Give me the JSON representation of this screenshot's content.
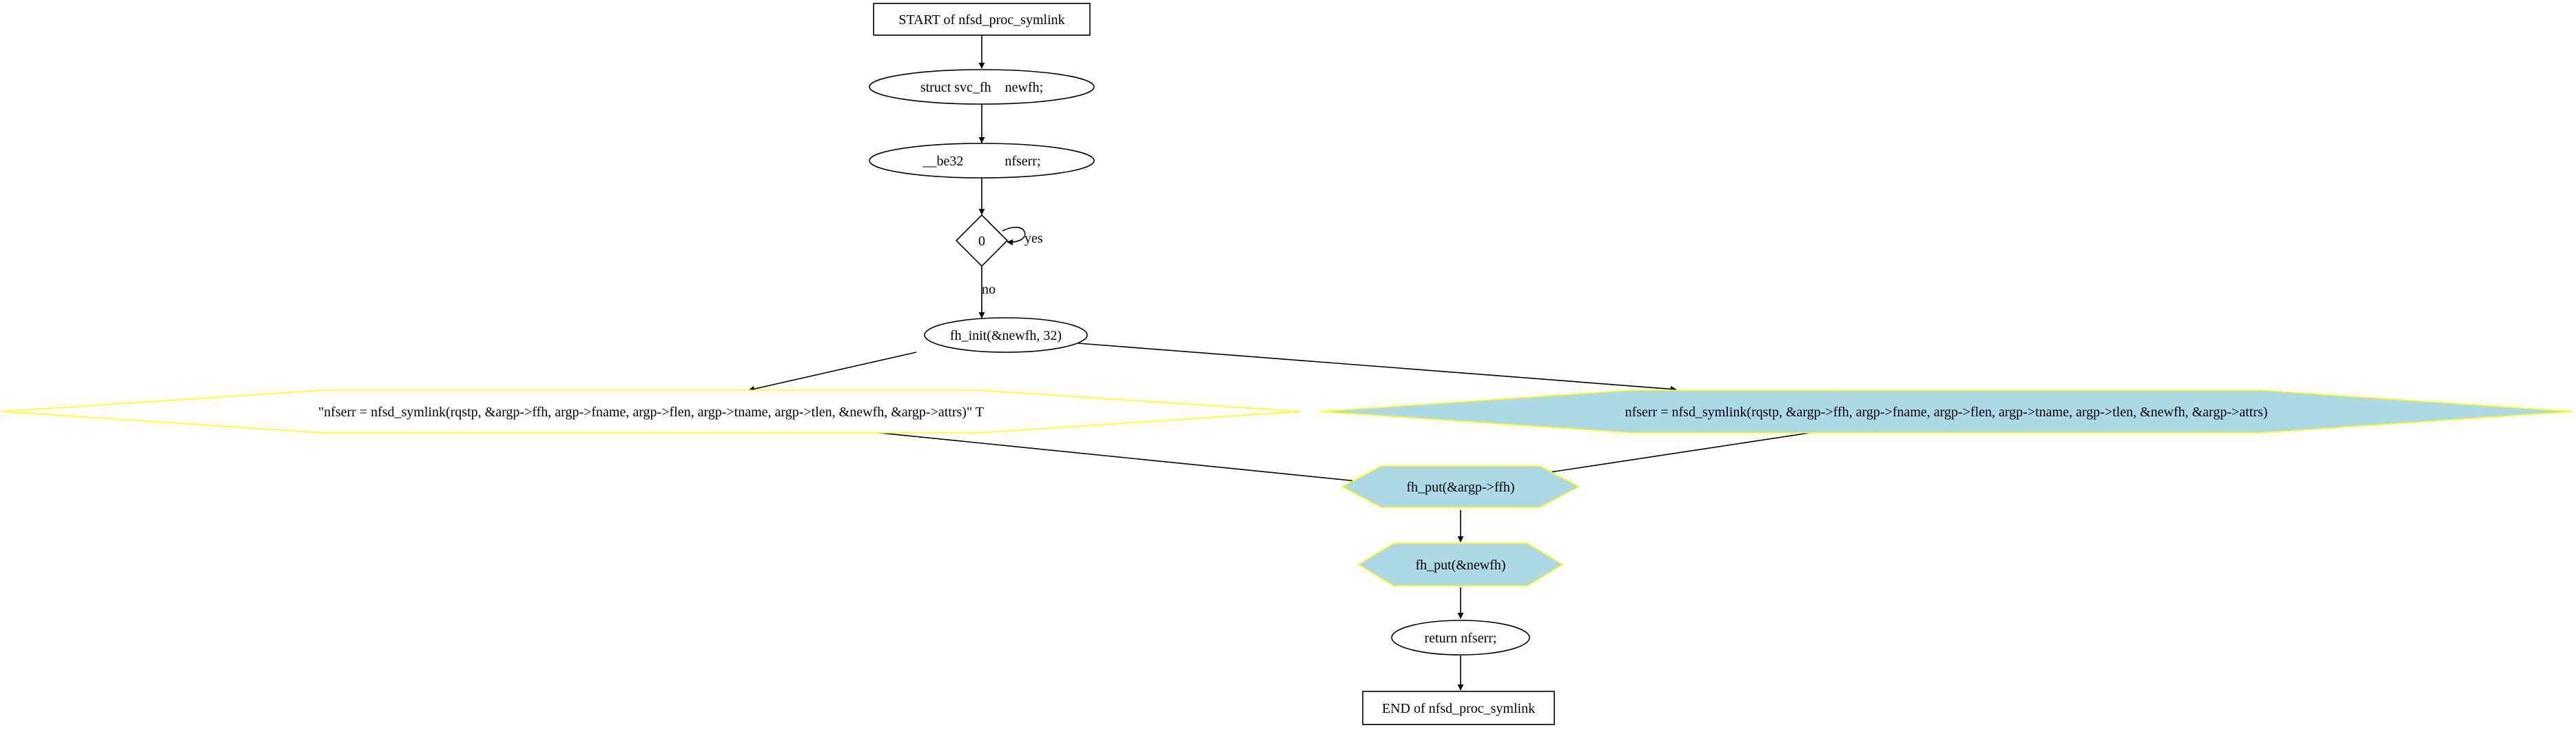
{
  "diagram": {
    "nodes": {
      "start": {
        "label": "START of nfsd_proc_symlink",
        "shape": "box"
      },
      "decl_newfh": {
        "label": "struct svc_fh    newfh;",
        "shape": "ellipse"
      },
      "decl_nfserr": {
        "label": "__be32            nfserr;",
        "shape": "ellipse"
      },
      "cond": {
        "label": "0",
        "shape": "diamond"
      },
      "fh_init": {
        "label": "fh_init(&newfh, 32)",
        "shape": "ellipse"
      },
      "symlink_false": {
        "label": "\"nfserr = nfsd_symlink(rqstp, &argp->ffh, argp->fname, argp->flen, argp->tname, argp->tlen, &newfh, &argp->attrs)\"  T",
        "shape": "hexagon",
        "fill": "#ffffff",
        "stroke": "#ffff00"
      },
      "symlink_true": {
        "label": "nfserr = nfsd_symlink(rqstp, &argp->ffh, argp->fname, argp->flen, argp->tname, argp->tlen, &newfh, &argp->attrs)",
        "shape": "hexagon",
        "fill": "#add8e6",
        "stroke": "#ffff00"
      },
      "fh_put_ffh": {
        "label": "fh_put(&argp->ffh)",
        "shape": "hexagon",
        "fill": "#add8e6",
        "stroke": "#ffff00"
      },
      "fh_put_newfh": {
        "label": "fh_put(&newfh)",
        "shape": "hexagon",
        "fill": "#add8e6",
        "stroke": "#ffff00"
      },
      "ret": {
        "label": "return nfserr;",
        "shape": "ellipse"
      },
      "end": {
        "label": "END of nfsd_proc_symlink",
        "shape": "box"
      }
    },
    "edges": [
      {
        "from": "start",
        "to": "decl_newfh",
        "label": ""
      },
      {
        "from": "decl_newfh",
        "to": "decl_nfserr",
        "label": ""
      },
      {
        "from": "decl_nfserr",
        "to": "cond",
        "label": ""
      },
      {
        "from": "cond",
        "to": "cond",
        "label": "yes"
      },
      {
        "from": "cond",
        "to": "fh_init",
        "label": "no"
      },
      {
        "from": "fh_init",
        "to": "symlink_false",
        "label": ""
      },
      {
        "from": "fh_init",
        "to": "symlink_true",
        "label": ""
      },
      {
        "from": "symlink_false",
        "to": "fh_put_ffh",
        "label": ""
      },
      {
        "from": "symlink_true",
        "to": "fh_put_ffh",
        "label": ""
      },
      {
        "from": "fh_put_ffh",
        "to": "fh_put_newfh",
        "label": ""
      },
      {
        "from": "fh_put_newfh",
        "to": "ret",
        "label": ""
      },
      {
        "from": "ret",
        "to": "end",
        "label": ""
      }
    ]
  }
}
